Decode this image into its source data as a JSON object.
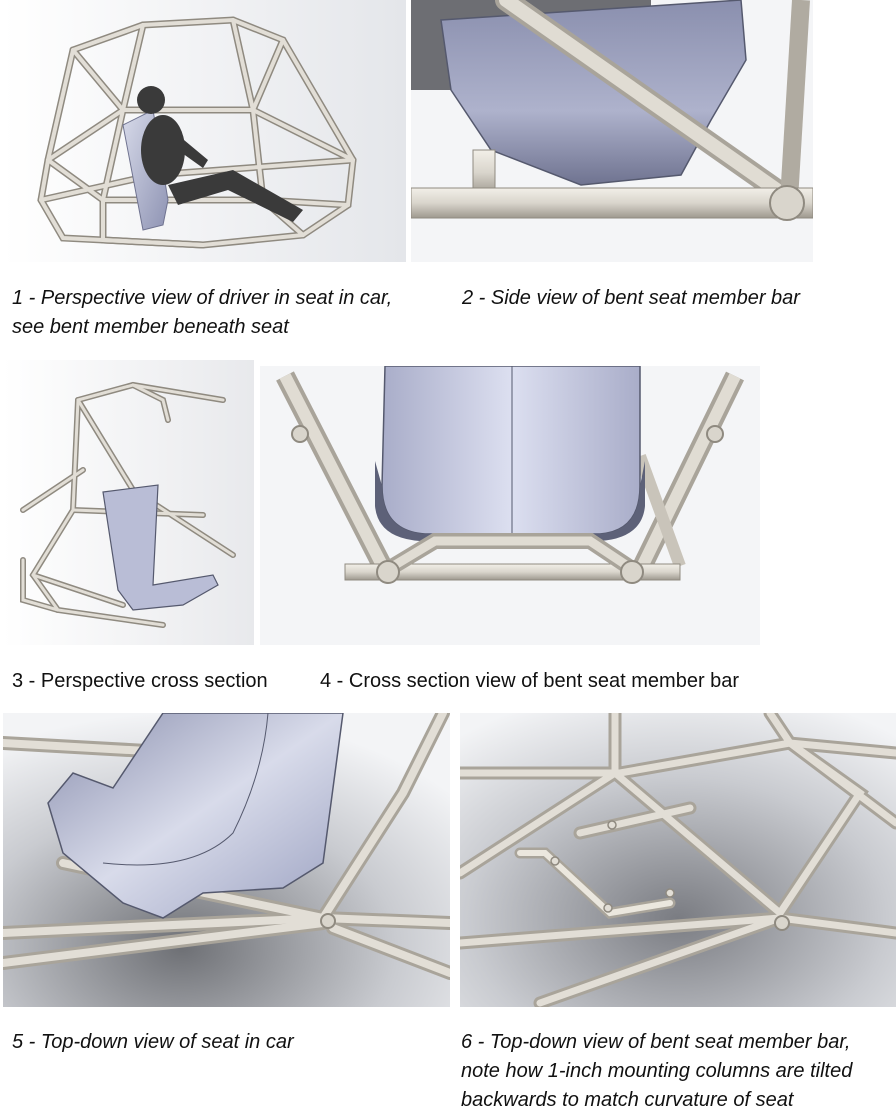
{
  "captions": {
    "c1": "1 - Perspective view of driver in seat in car,\nsee bent member beneath seat",
    "c2": "2 - Side view of bent seat member bar",
    "c3": "3 - Perspective cross section",
    "c4": "4 - Cross section view of bent seat member bar",
    "c5": "5 - Top-down view of seat in car",
    "c6": "6 - Top-down view of bent seat member bar,\nnote how 1-inch mounting columns are tilted\nbackwards to match curvature of seat"
  },
  "colors": {
    "tube": "#d9d5cc",
    "tube_edge": "#8f8a80",
    "seat": "#b9bdd6",
    "seat_dark": "#6f7390",
    "driver": "#3a3a3a"
  }
}
